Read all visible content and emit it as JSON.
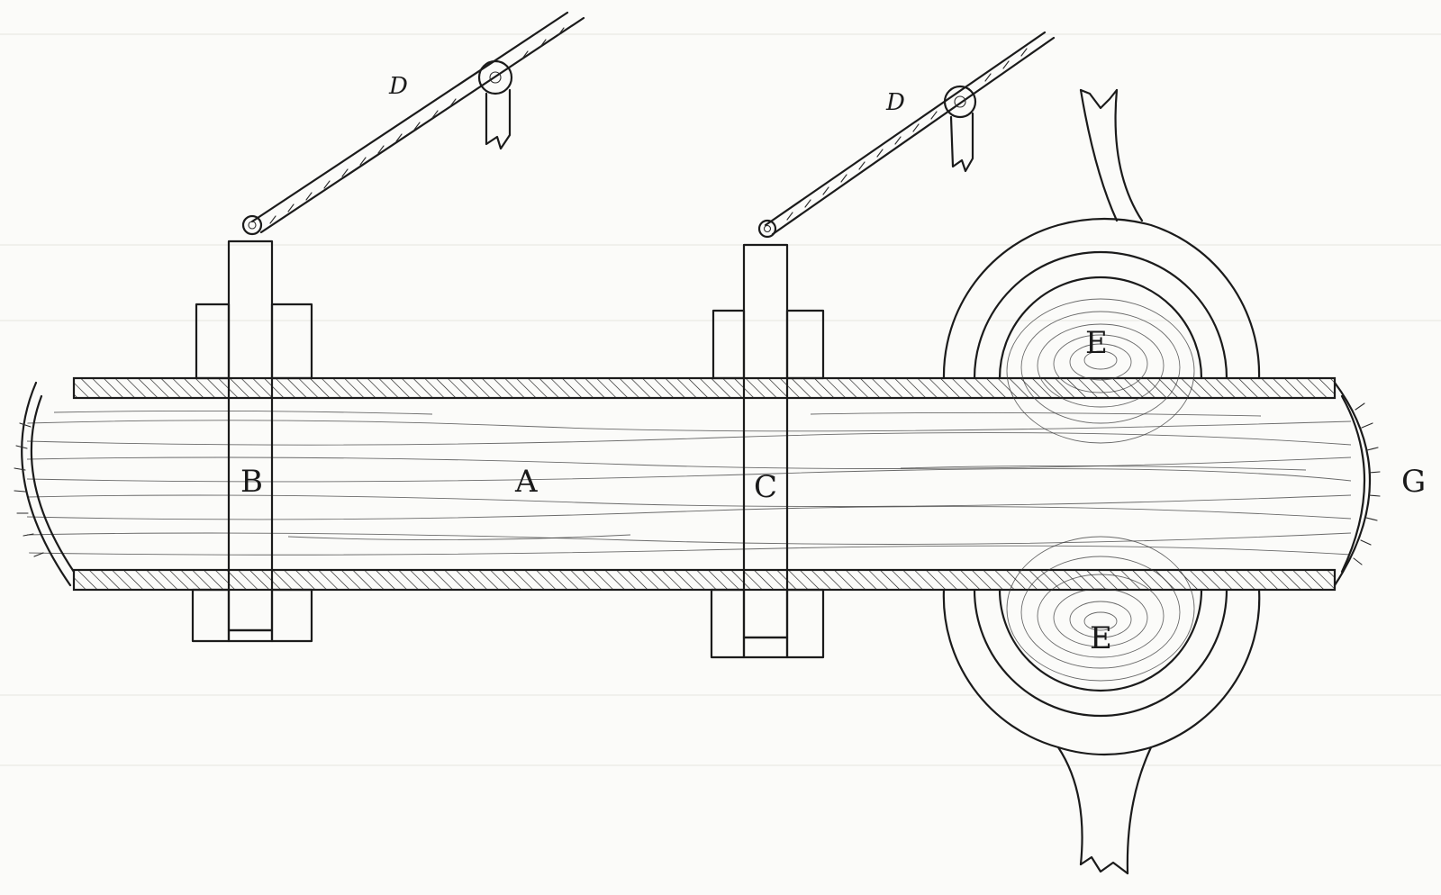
{
  "labels": {
    "a": "A",
    "b": "B",
    "c": "C",
    "d1": "D",
    "d2": "D",
    "e_top": "E",
    "e_bottom": "E",
    "g": "G"
  },
  "colors": {
    "ink": "#1b1b1b",
    "paper": "#fbfbf9"
  }
}
